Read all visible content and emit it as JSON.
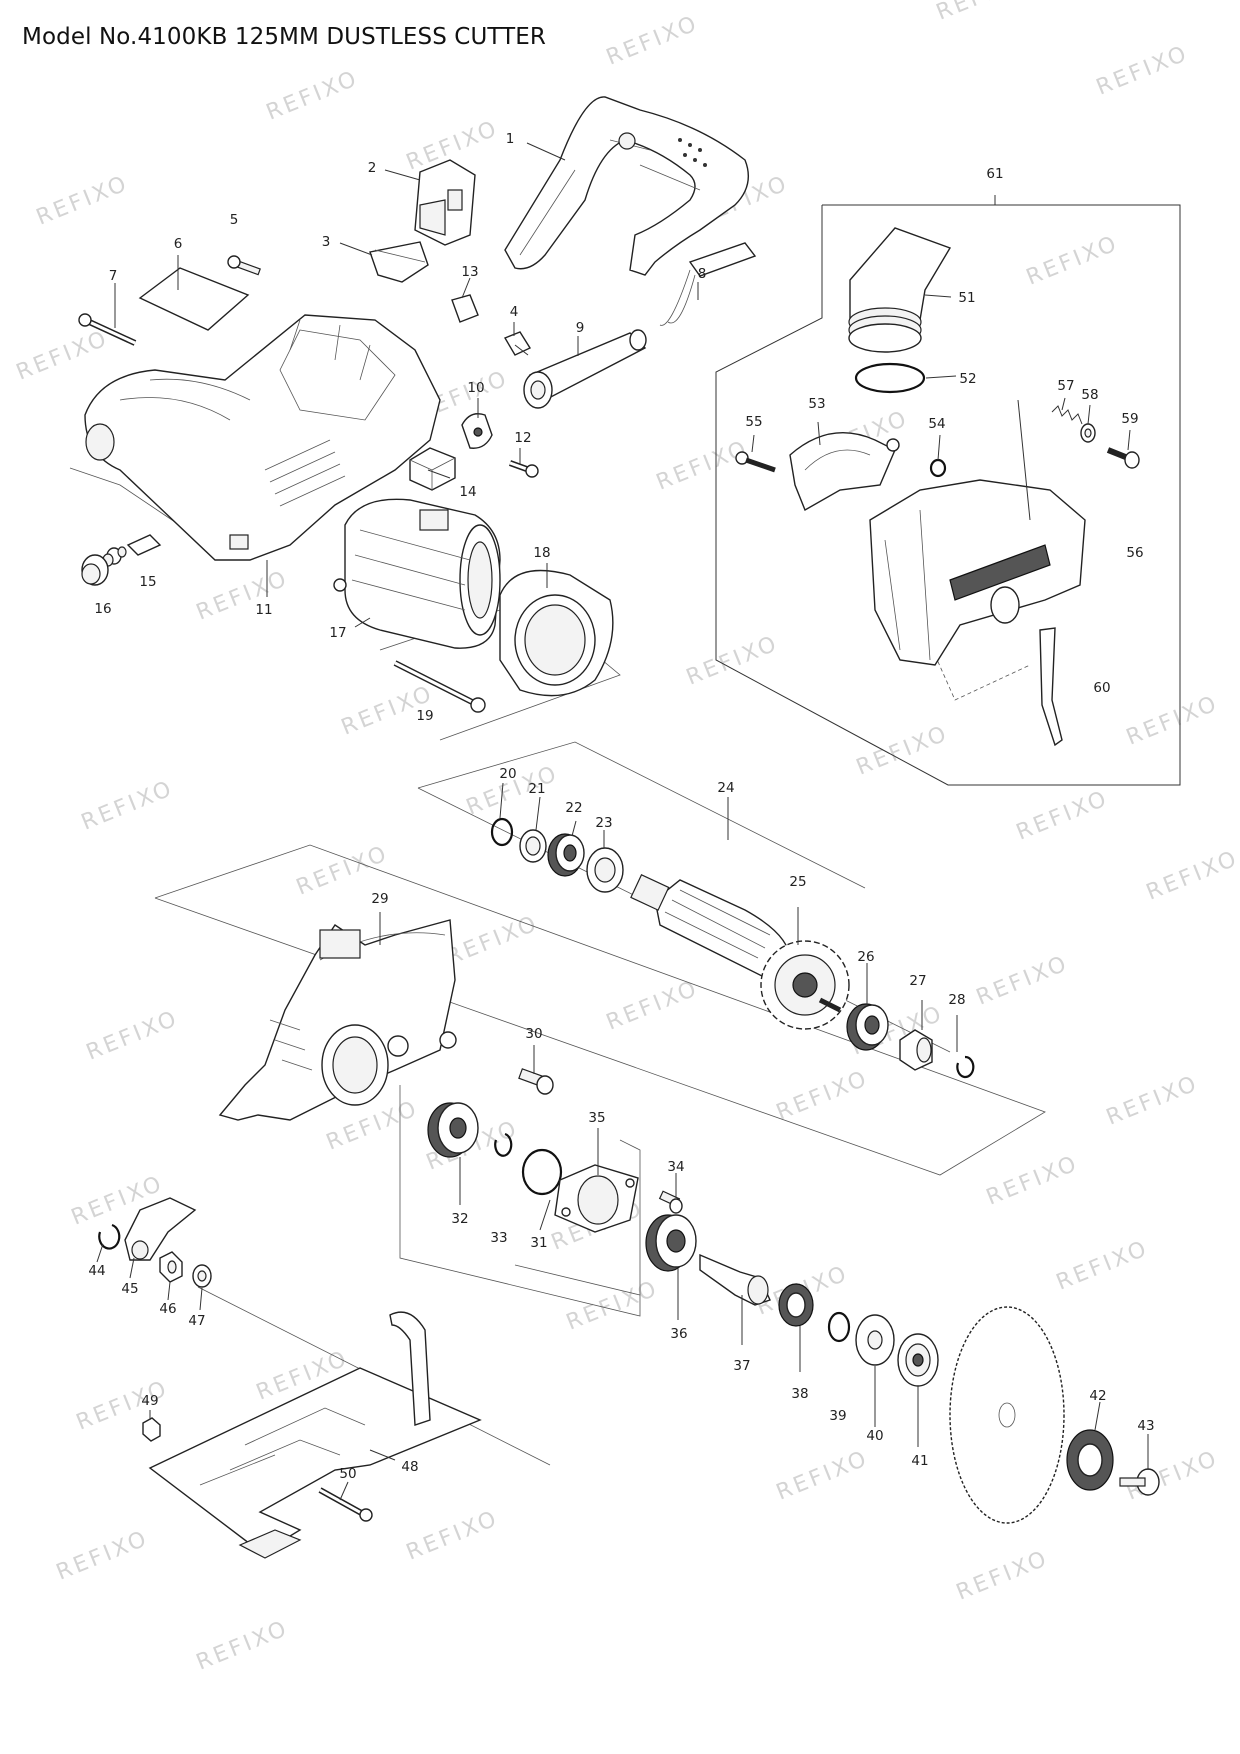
{
  "header": {
    "title": "Model No.4100KB 125MM DUSTLESS CUTTER"
  },
  "watermark": {
    "text": "REFIXO",
    "color": "#d4d4d4"
  },
  "part_labels": [
    "1",
    "2",
    "3",
    "4",
    "5",
    "6",
    "7",
    "8",
    "9",
    "10",
    "11",
    "12",
    "13",
    "14",
    "15",
    "16",
    "17",
    "18",
    "19",
    "20",
    "21",
    "22",
    "23",
    "24",
    "25",
    "26",
    "27",
    "28",
    "29",
    "30",
    "31",
    "32",
    "33",
    "34",
    "35",
    "36",
    "37",
    "38",
    "39",
    "40",
    "41",
    "42",
    "43",
    "44",
    "45",
    "46",
    "47",
    "48",
    "49",
    "50",
    "51",
    "52",
    "53",
    "54",
    "55",
    "56",
    "57",
    "58",
    "59",
    "60",
    "61"
  ]
}
